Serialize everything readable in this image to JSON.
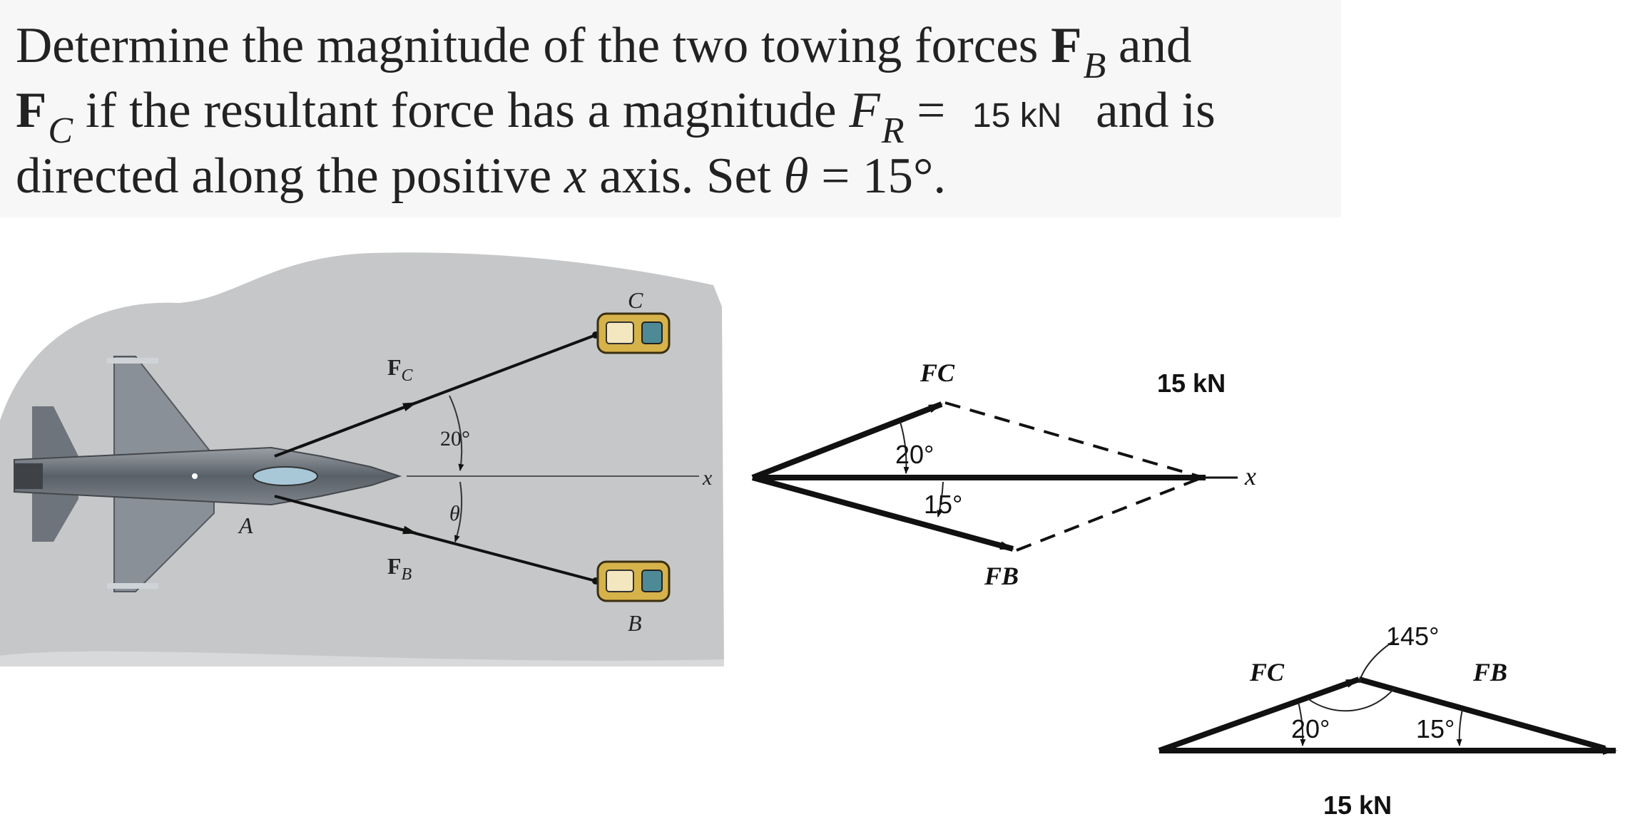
{
  "problem": {
    "line1_prefix": "Determine the magnitude of the two towing forces",
    "force_b_symbol": "F",
    "force_b_sub": "B",
    "line1_suffix": "and",
    "force_c_symbol": "F",
    "force_c_sub": "C",
    "line2_text": "if the resultant force has a magnitude",
    "fr_symbol": "F",
    "fr_sub": "R",
    "equals": "=",
    "fr_value": "15 kN",
    "line2_suffix": "and is",
    "line3_prefix": "directed along the positive",
    "line3_axis": "x",
    "line3_mid": "axis. Set",
    "theta_symbol": "θ",
    "theta_equals": "=",
    "theta_value": "15°."
  },
  "photo_figure": {
    "label_c": "C",
    "label_b": "B",
    "label_a": "A",
    "label_fc_main": "F",
    "label_fc_sub": "C",
    "label_fb_main": "F",
    "label_fb_sub": "B",
    "angle_top": "20°",
    "angle_bottom": "θ",
    "axis_label": "x"
  },
  "parallelogram": {
    "label_fc": "FC",
    "label_fb": "FB",
    "angle_top": "20°",
    "angle_bottom": "15°",
    "axis_label": "x",
    "resultant_label": "15 kN"
  },
  "triangle": {
    "label_fc": "FC",
    "label_fb": "FB",
    "angle_left": "20°",
    "angle_right": "15°",
    "angle_top": "145°",
    "resultant_label": "15 kN"
  }
}
